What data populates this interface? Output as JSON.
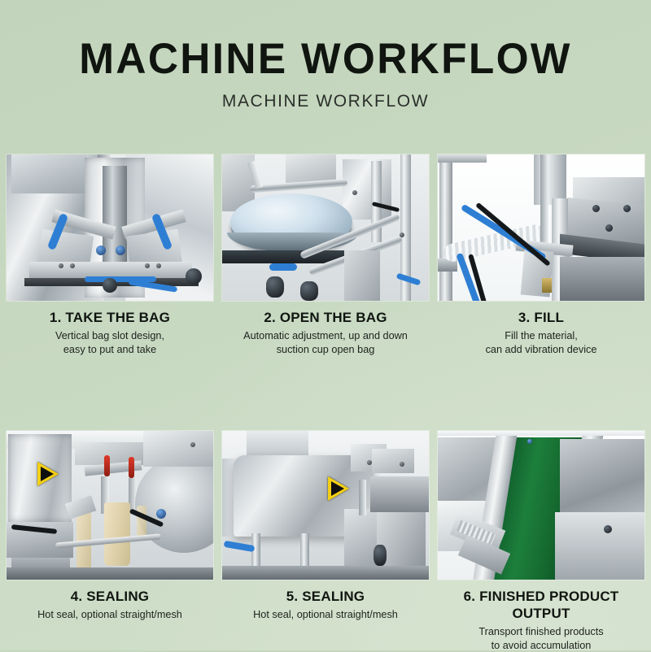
{
  "header": {
    "title": "MACHINE WORKFLOW",
    "subtitle": "MACHINE WORKFLOW"
  },
  "theme": {
    "background_top": "#c2d4bb",
    "background_bottom": "#d2e0cc",
    "text_color": "#101510",
    "conveyor_green": "#1d7f3c",
    "warning_yellow": "#f2cf15",
    "tube_blue": "#2e7fd4"
  },
  "steps": [
    {
      "title": "1. TAKE THE BAG",
      "desc_line1": "Vertical bag slot design,",
      "desc_line2": "easy to put and take",
      "image_alt": "Stainless steel bag-loading station with vertical bag slot and blue pneumatic tubing"
    },
    {
      "title": "2. OPEN THE BAG",
      "desc_line1": "Automatic adjustment, up and down",
      "desc_line2": "suction cup open bag",
      "image_alt": "Rotary table with suction cup arms opening the bag"
    },
    {
      "title": "3. FILL",
      "desc_line1": "Fill the material,",
      "desc_line2": "can add vibration device",
      "image_alt": "Filling head with corrugated hose and blue air line over the rotary station"
    },
    {
      "title": "4. SEALING",
      "desc_line1": "Hot seal, optional straight/mesh",
      "desc_line2": "",
      "image_alt": "Sealing jaws with yellow warning triangle and filled cream coloured pouches"
    },
    {
      "title": "5. SEALING",
      "desc_line1": "Hot seal, optional straight/mesh",
      "desc_line2": "",
      "image_alt": "Stainless guard cover with yellow warning triangle over the sealing unit"
    },
    {
      "title": "6. FINISHED PRODUCT OUTPUT",
      "desc_line1": "Transport finished products",
      "desc_line2": "to avoid accumulation",
      "image_alt": "Green conveyor belt carrying finished packages out of the machine"
    }
  ]
}
